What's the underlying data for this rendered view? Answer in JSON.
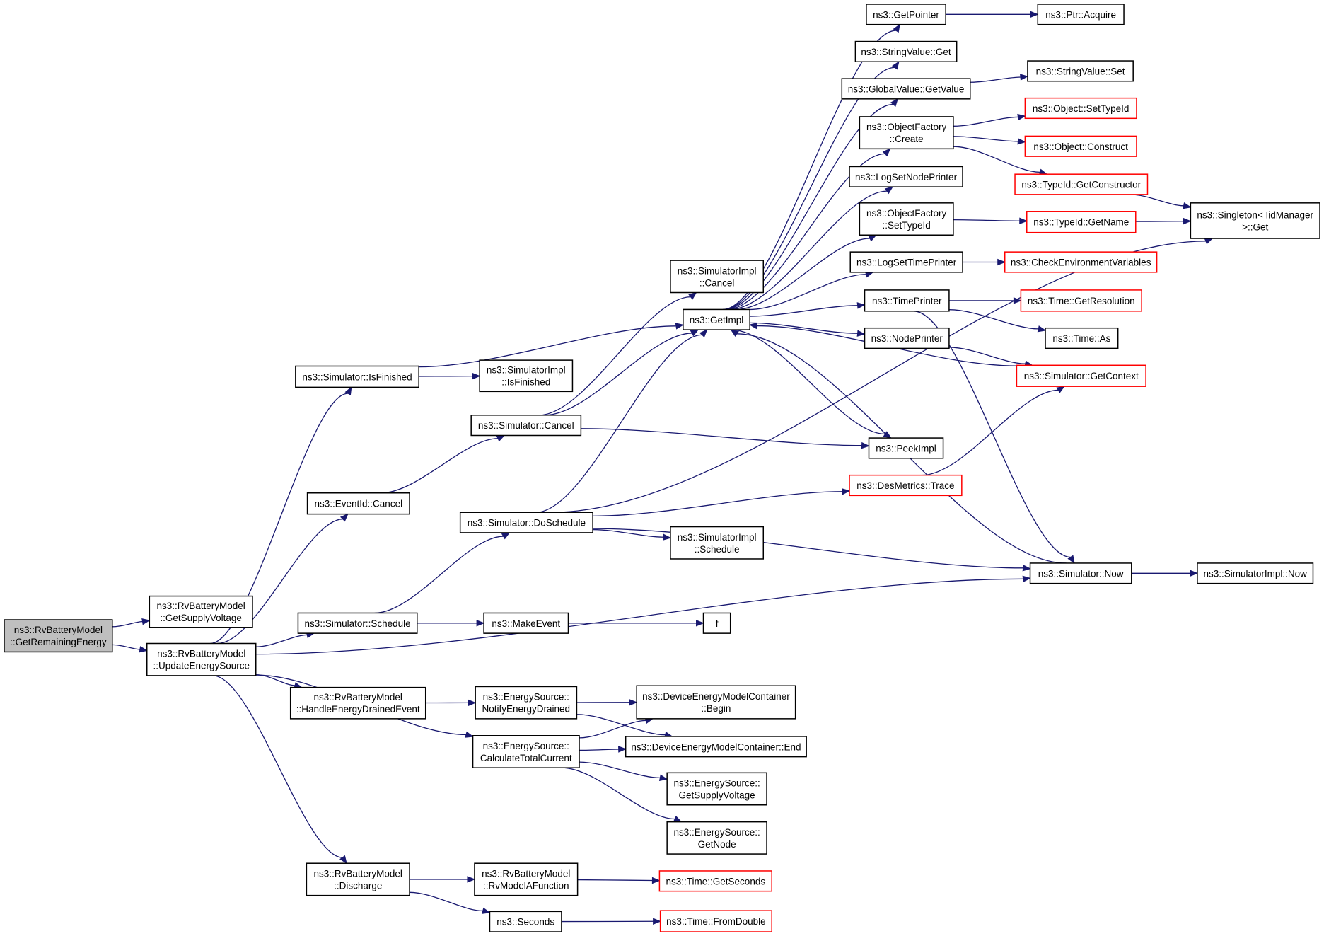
{
  "colors": {
    "edge": "#191970",
    "border": "#000000",
    "red_border": "#ff0000",
    "root_fill": "#bfbfbf",
    "background": "#ffffff"
  },
  "nodes": [
    {
      "id": "root",
      "lines": [
        "ns3::RvBatteryModel",
        "::GetRemainingEnergy"
      ],
      "style": "root"
    },
    {
      "id": "getsupply",
      "lines": [
        "ns3::RvBatteryModel",
        "::GetSupplyVoltage"
      ],
      "style": "normal"
    },
    {
      "id": "update",
      "lines": [
        "ns3::RvBatteryModel",
        "::UpdateEnergySource"
      ],
      "style": "normal"
    },
    {
      "id": "isfinished",
      "lines": [
        "ns3::Simulator::IsFinished"
      ],
      "style": "normal"
    },
    {
      "id": "eventcancel",
      "lines": [
        "ns3::EventId::Cancel"
      ],
      "style": "normal"
    },
    {
      "id": "schedule",
      "lines": [
        "ns3::Simulator::Schedule"
      ],
      "style": "normal"
    },
    {
      "id": "handle",
      "lines": [
        "ns3::RvBatteryModel",
        "::HandleEnergyDrainedEvent"
      ],
      "style": "normal"
    },
    {
      "id": "discharge",
      "lines": [
        "ns3::RvBatteryModel",
        "::Discharge"
      ],
      "style": "normal"
    },
    {
      "id": "simimplisfinished",
      "lines": [
        "ns3::SimulatorImpl",
        "::IsFinished"
      ],
      "style": "normal"
    },
    {
      "id": "simcancel",
      "lines": [
        "ns3::Simulator::Cancel"
      ],
      "style": "normal"
    },
    {
      "id": "doschedule",
      "lines": [
        "ns3::Simulator::DoSchedule"
      ],
      "style": "normal"
    },
    {
      "id": "makeevent",
      "lines": [
        "ns3::MakeEvent"
      ],
      "style": "normal"
    },
    {
      "id": "notifydrained",
      "lines": [
        "ns3::EnergySource::",
        "NotifyEnergyDrained"
      ],
      "style": "normal"
    },
    {
      "id": "calctotal",
      "lines": [
        "ns3::EnergySource::",
        "CalculateTotalCurrent"
      ],
      "style": "normal"
    },
    {
      "id": "rvmodel",
      "lines": [
        "ns3::RvBatteryModel",
        "::RvModelAFunction"
      ],
      "style": "normal"
    },
    {
      "id": "seconds",
      "lines": [
        "ns3::Seconds"
      ],
      "style": "normal"
    },
    {
      "id": "simimplcancel",
      "lines": [
        "ns3::SimulatorImpl",
        "::Cancel"
      ],
      "style": "normal"
    },
    {
      "id": "getimpl",
      "lines": [
        "ns3::GetImpl"
      ],
      "style": "normal"
    },
    {
      "id": "simimplschedule",
      "lines": [
        "ns3::SimulatorImpl",
        "::Schedule"
      ],
      "style": "normal"
    },
    {
      "id": "f",
      "lines": [
        "f"
      ],
      "style": "normal"
    },
    {
      "id": "demcbegin",
      "lines": [
        "ns3::DeviceEnergyModelContainer",
        "::Begin"
      ],
      "style": "normal"
    },
    {
      "id": "demcend",
      "lines": [
        "ns3::DeviceEnergyModelContainer::End"
      ],
      "style": "normal"
    },
    {
      "id": "esgetsupply",
      "lines": [
        "ns3::EnergySource::",
        "GetSupplyVoltage"
      ],
      "style": "normal"
    },
    {
      "id": "esgetnode",
      "lines": [
        "ns3::EnergySource::",
        "GetNode"
      ],
      "style": "normal"
    },
    {
      "id": "timegetseconds",
      "lines": [
        "ns3::Time::GetSeconds"
      ],
      "style": "red"
    },
    {
      "id": "timefromdouble",
      "lines": [
        "ns3::Time::FromDouble"
      ],
      "style": "red"
    },
    {
      "id": "getpointer",
      "lines": [
        "ns3::GetPointer"
      ],
      "style": "normal"
    },
    {
      "id": "stringvalueget",
      "lines": [
        "ns3::StringValue::Get"
      ],
      "style": "normal"
    },
    {
      "id": "globalvalue",
      "lines": [
        "ns3::GlobalValue::GetValue"
      ],
      "style": "normal"
    },
    {
      "id": "ofcreate",
      "lines": [
        "ns3::ObjectFactory",
        "::Create"
      ],
      "style": "normal"
    },
    {
      "id": "logsetnode",
      "lines": [
        "ns3::LogSetNodePrinter"
      ],
      "style": "normal"
    },
    {
      "id": "ofsettypeid",
      "lines": [
        "ns3::ObjectFactory",
        "::SetTypeId"
      ],
      "style": "normal"
    },
    {
      "id": "logsettime",
      "lines": [
        "ns3::LogSetTimePrinter"
      ],
      "style": "normal"
    },
    {
      "id": "timeprinter",
      "lines": [
        "ns3::TimePrinter"
      ],
      "style": "normal"
    },
    {
      "id": "nodeprinter",
      "lines": [
        "ns3::NodePrinter"
      ],
      "style": "normal"
    },
    {
      "id": "peekimpl",
      "lines": [
        "ns3::PeekImpl"
      ],
      "style": "normal"
    },
    {
      "id": "desmetrics",
      "lines": [
        "ns3::DesMetrics::Trace"
      ],
      "style": "red"
    },
    {
      "id": "simnow",
      "lines": [
        "ns3::Simulator::Now"
      ],
      "style": "normal"
    },
    {
      "id": "ptracquire",
      "lines": [
        "ns3::Ptr::Acquire"
      ],
      "style": "normal"
    },
    {
      "id": "stringvalueset",
      "lines": [
        "ns3::StringValue::Set"
      ],
      "style": "normal"
    },
    {
      "id": "objsettypeid",
      "lines": [
        "ns3::Object::SetTypeId"
      ],
      "style": "red"
    },
    {
      "id": "objconstruct",
      "lines": [
        "ns3::Object::Construct"
      ],
      "style": "red"
    },
    {
      "id": "typeidgetconstructor",
      "lines": [
        "ns3::TypeId::GetConstructor"
      ],
      "style": "red"
    },
    {
      "id": "typeidgetname",
      "lines": [
        "ns3::TypeId::GetName"
      ],
      "style": "red"
    },
    {
      "id": "checkenv",
      "lines": [
        "ns3::CheckEnvironmentVariables"
      ],
      "style": "red"
    },
    {
      "id": "timegetres",
      "lines": [
        "ns3::Time::GetResolution"
      ],
      "style": "red"
    },
    {
      "id": "timeas",
      "lines": [
        "ns3::Time::As"
      ],
      "style": "normal"
    },
    {
      "id": "simgetcontext",
      "lines": [
        "ns3::Simulator::GetContext"
      ],
      "style": "red"
    },
    {
      "id": "singleton",
      "lines": [
        "ns3::Singleton< IidManager",
        ">::Get"
      ],
      "style": "normal"
    },
    {
      "id": "simimplnow",
      "lines": [
        "ns3::SimulatorImpl::Now"
      ],
      "style": "normal"
    }
  ],
  "edges": [
    [
      "root",
      "getsupply"
    ],
    [
      "root",
      "update"
    ],
    [
      "update",
      "isfinished"
    ],
    [
      "update",
      "eventcancel"
    ],
    [
      "update",
      "schedule"
    ],
    [
      "update",
      "handle"
    ],
    [
      "update",
      "calctotal"
    ],
    [
      "update",
      "discharge"
    ],
    [
      "update",
      "simnow"
    ],
    [
      "isfinished",
      "getimpl"
    ],
    [
      "isfinished",
      "simimplisfinished"
    ],
    [
      "eventcancel",
      "simcancel"
    ],
    [
      "simcancel",
      "simimplcancel"
    ],
    [
      "simcancel",
      "getimpl"
    ],
    [
      "simcancel",
      "peekimpl"
    ],
    [
      "schedule",
      "doschedule"
    ],
    [
      "schedule",
      "makeevent"
    ],
    [
      "makeevent",
      "f"
    ],
    [
      "doschedule",
      "getimpl"
    ],
    [
      "doschedule",
      "desmetrics"
    ],
    [
      "doschedule",
      "singleton"
    ],
    [
      "doschedule",
      "simimplschedule"
    ],
    [
      "doschedule",
      "simnow"
    ],
    [
      "handle",
      "notifydrained"
    ],
    [
      "notifydrained",
      "demcbegin"
    ],
    [
      "notifydrained",
      "demcend"
    ],
    [
      "calctotal",
      "demcbegin"
    ],
    [
      "calctotal",
      "demcend"
    ],
    [
      "calctotal",
      "esgetsupply"
    ],
    [
      "calctotal",
      "esgetnode"
    ],
    [
      "discharge",
      "rvmodel"
    ],
    [
      "discharge",
      "seconds"
    ],
    [
      "rvmodel",
      "timegetseconds"
    ],
    [
      "seconds",
      "timefromdouble"
    ],
    [
      "getimpl",
      "getpointer"
    ],
    [
      "getimpl",
      "stringvalueget"
    ],
    [
      "getimpl",
      "globalvalue"
    ],
    [
      "getimpl",
      "ofcreate"
    ],
    [
      "getimpl",
      "logsetnode"
    ],
    [
      "getimpl",
      "ofsettypeid"
    ],
    [
      "getimpl",
      "logsettime"
    ],
    [
      "getimpl",
      "timeprinter"
    ],
    [
      "getimpl",
      "nodeprinter"
    ],
    [
      "getimpl",
      "peekimpl"
    ],
    [
      "getpointer",
      "ptracquire"
    ],
    [
      "globalvalue",
      "stringvalueset"
    ],
    [
      "ofcreate",
      "objsettypeid"
    ],
    [
      "ofcreate",
      "objconstruct"
    ],
    [
      "ofcreate",
      "typeidgetconstructor"
    ],
    [
      "ofsettypeid",
      "typeidgetname"
    ],
    [
      "typeidgetconstructor",
      "singleton"
    ],
    [
      "typeidgetname",
      "singleton"
    ],
    [
      "logsettime",
      "checkenv"
    ],
    [
      "timeprinter",
      "timegetres"
    ],
    [
      "timeprinter",
      "timeas"
    ],
    [
      "timeprinter",
      "simnow"
    ],
    [
      "nodeprinter",
      "simgetcontext"
    ],
    [
      "simgetcontext",
      "getimpl"
    ],
    [
      "desmetrics",
      "simgetcontext"
    ],
    [
      "simnow",
      "getimpl"
    ],
    [
      "simnow",
      "simimplnow"
    ]
  ]
}
